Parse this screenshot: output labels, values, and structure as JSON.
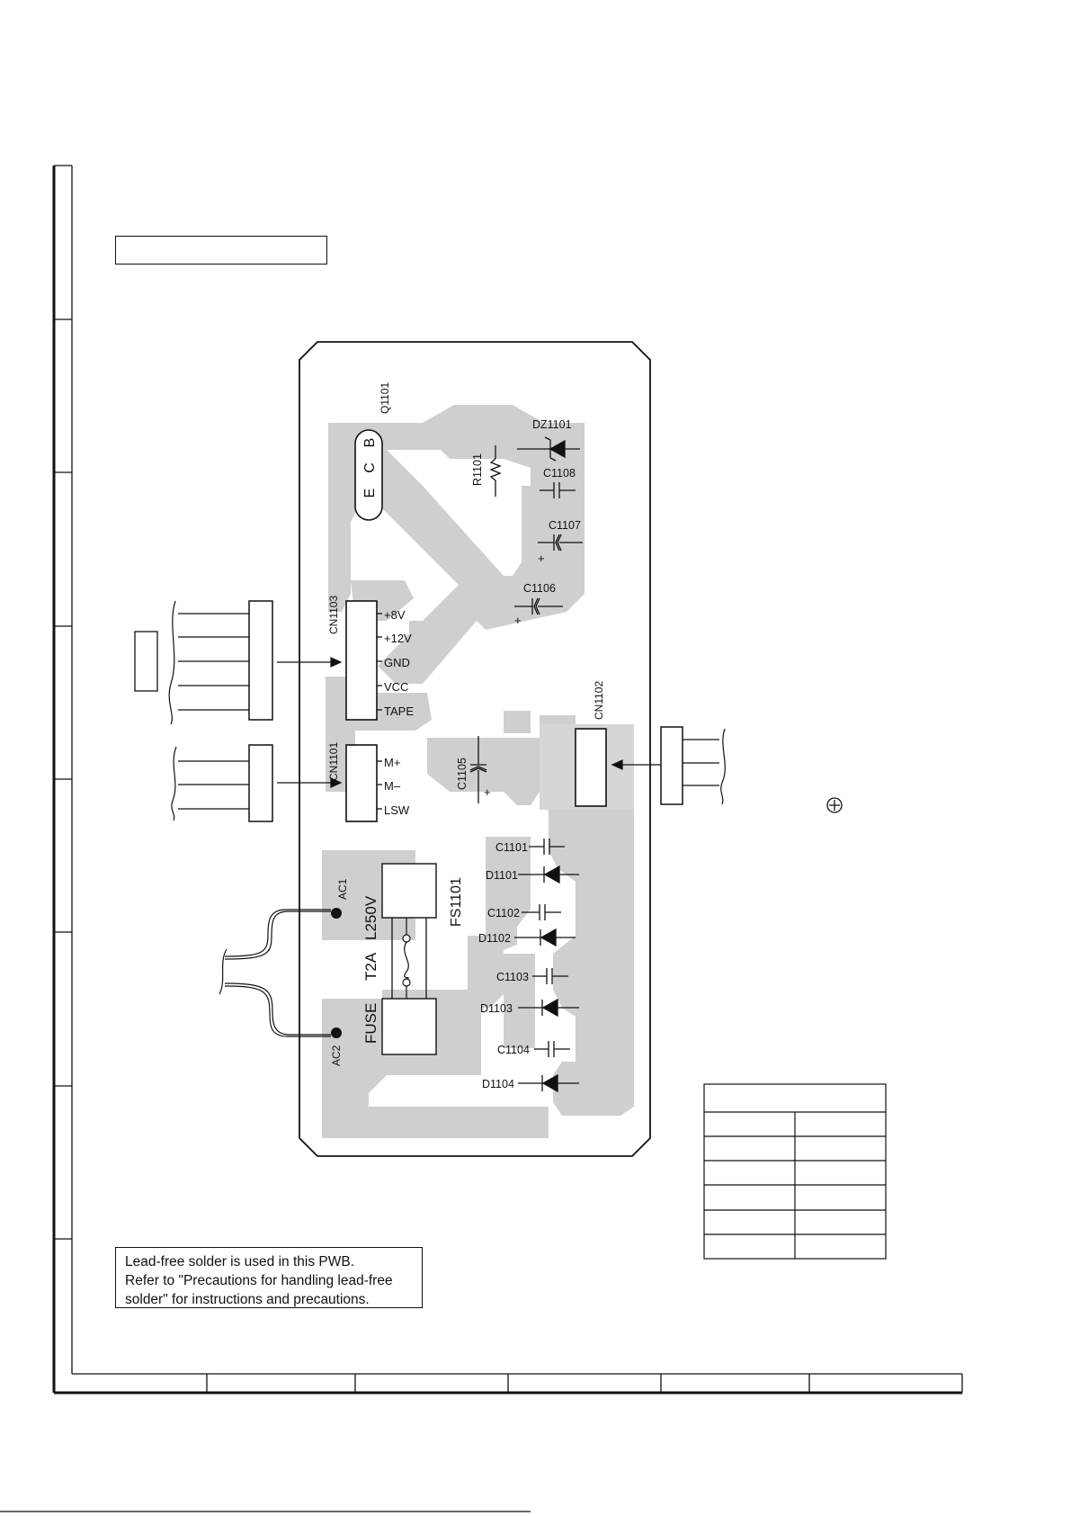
{
  "board": {
    "connectors": {
      "cn1103": "CN1103",
      "cn1101": "CN1101",
      "cn1102": "CN1102"
    },
    "cn1103_pins": [
      "+8V",
      "+12V",
      "GND",
      "VCC",
      "TAPE"
    ],
    "cn1101_pins": [
      "M+",
      "M–",
      "LSW"
    ],
    "transistor": {
      "ref": "Q1101",
      "pins": [
        "E",
        "C",
        "B"
      ]
    },
    "components": {
      "dz1101": "DZ1101",
      "r1101": "R1101",
      "c1108": "C1108",
      "c1107": "C1107",
      "c1106": "C1106",
      "c1105": "C1105",
      "c1101": "C1101",
      "d1101": "D1101",
      "c1102": "C1102",
      "d1102": "D1102",
      "c1103": "C1103",
      "d1103": "D1103",
      "c1104": "C1104",
      "d1104": "D1104"
    },
    "polarity_mark": "+",
    "ac_points": [
      "AC1",
      "AC2"
    ],
    "fuse": {
      "ref": "FS1101",
      "rating": "L250V",
      "current": "T2A",
      "label": "FUSE"
    }
  },
  "solder_note": {
    "lines": [
      "Lead-free solder is used in this PWB.",
      "Refer to \"Precautions for handling lead-free",
      "solder\" for instructions and precautions."
    ]
  },
  "colors": {
    "copper": "#cfcfcf",
    "ink": "#111111"
  }
}
